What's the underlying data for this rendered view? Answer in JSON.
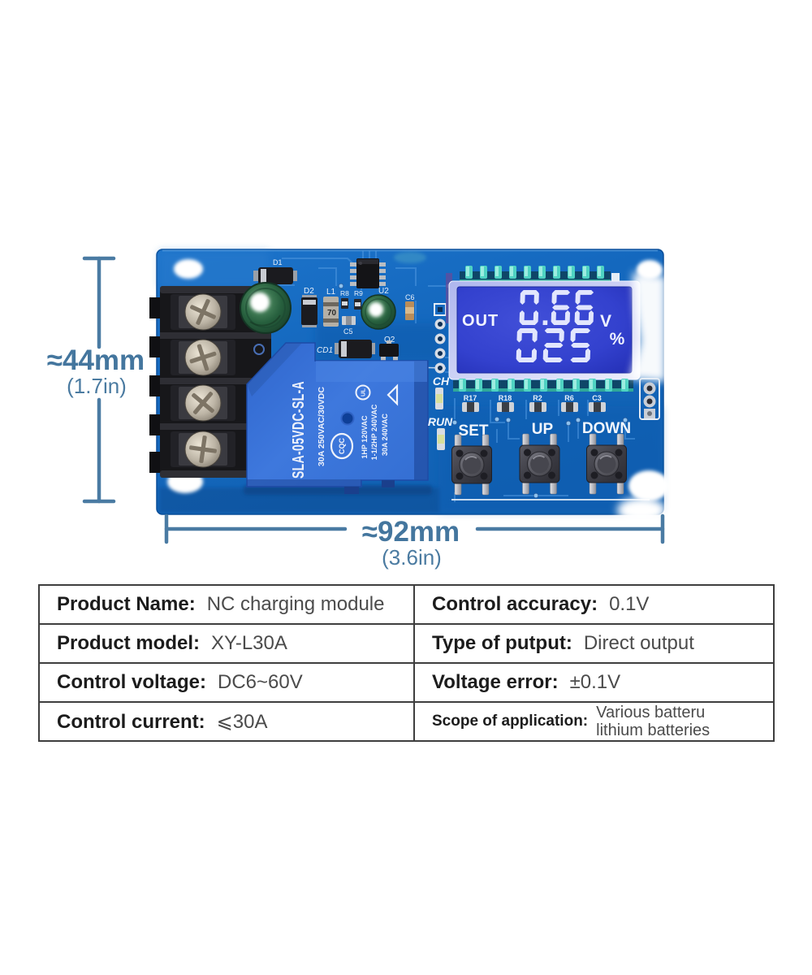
{
  "annotations": {
    "height": {
      "mm": "≈44mm",
      "inch": "(1.7in)"
    },
    "width": {
      "mm": "≈92mm",
      "inch": "(3.6in)"
    }
  },
  "board": {
    "lcd": {
      "label": "OUT",
      "voltage": "0.66",
      "voltage_unit": "V",
      "percent": "025",
      "percent_unit": "%"
    },
    "buttons": [
      {
        "label": "SET"
      },
      {
        "label": "UP"
      },
      {
        "label": "DOWN"
      }
    ],
    "status_leds": [
      {
        "label": "CH"
      },
      {
        "label": "RUN"
      }
    ],
    "relay": {
      "model": "SLA-05VDC-SL-A",
      "rating": "30A 250VAC/30VDC",
      "cert": "CQC",
      "ul": "UL",
      "aux_ratings": [
        "1HP 120VAC",
        "1-1/2HP 240VAC",
        "30A 240VAC"
      ]
    },
    "silkscreen": {
      "d1": "D1",
      "d2": "D2",
      "l1": "L1",
      "l1_mark": "70",
      "r8": "R8",
      "r9": "R9",
      "c5": "C5",
      "u2": "U2",
      "c6": "C6",
      "cd1": "CD1",
      "q2": "Q2"
    },
    "resistor_row": [
      "R17",
      "R18",
      "R2",
      "R6",
      "C3"
    ]
  },
  "spec_table": {
    "rows": [
      [
        {
          "label": "Product Name:",
          "value": "NC charging module"
        },
        {
          "label": "Control accuracy:",
          "value": "0.1V"
        }
      ],
      [
        {
          "label": "Product model:",
          "value": "XY-L30A"
        },
        {
          "label": "Type of putput:",
          "value": "Direct output"
        }
      ],
      [
        {
          "label": "Control voltage:",
          "value": "DC6~60V"
        },
        {
          "label": "Voltage error:",
          "value": "±0.1V"
        }
      ],
      [
        {
          "label": "Control current:",
          "value": "⩽30A"
        },
        {
          "label": "Scope of application:",
          "value": "Various batteru\nlithium batteries"
        }
      ]
    ]
  },
  "colors": {
    "pcb": "#1569c0",
    "relay": "#336fd6",
    "lcd_screen": "#2d3bcc",
    "annotation": "#44769e",
    "table_border": "#3e3e3e"
  }
}
